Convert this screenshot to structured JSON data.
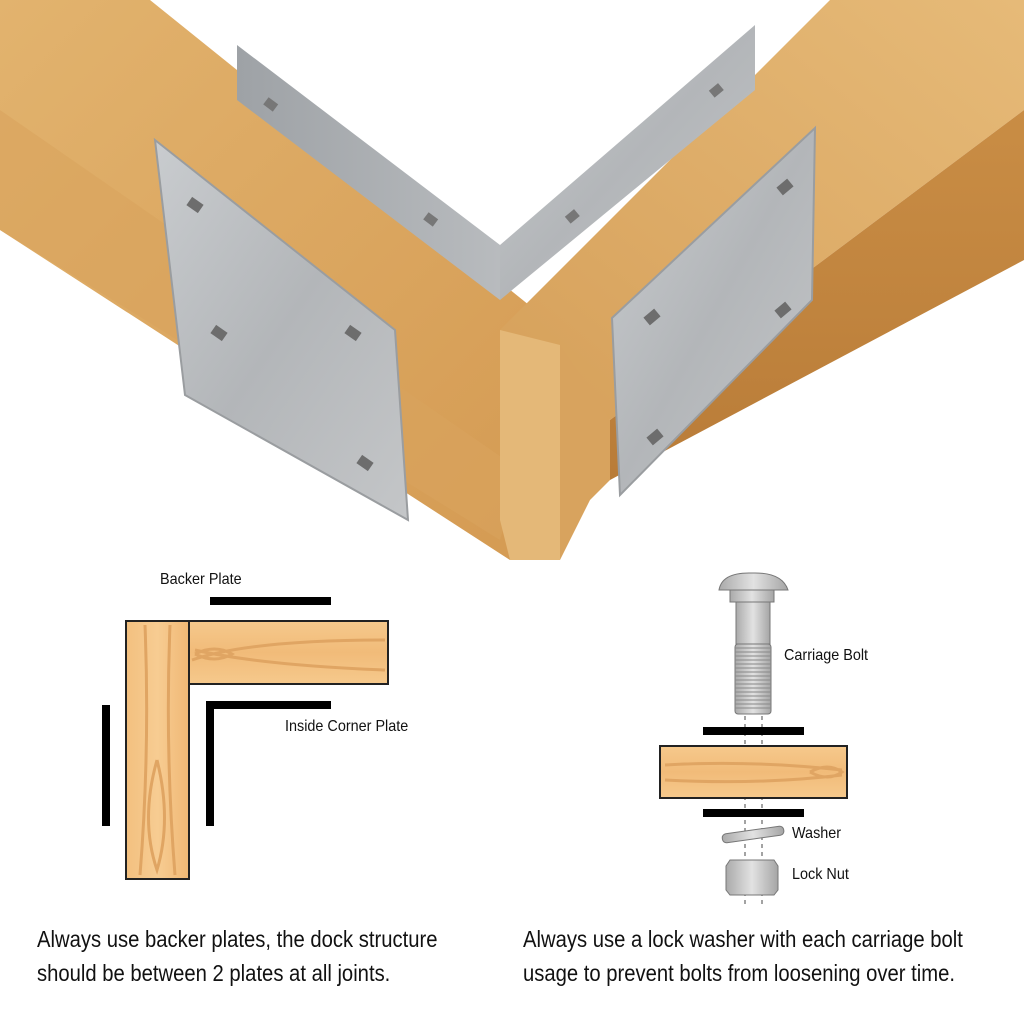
{
  "photo": {
    "subject": "wooden dock frame corner with galvanized plates",
    "wood_color": "#d9a35a",
    "metal_color": "#b9bcbf"
  },
  "left_diagram": {
    "labels": {
      "backer_plate": "Backer Plate",
      "inside_corner_plate": "Inside Corner Plate"
    },
    "caption_line1": "Always use backer plates, the dock structure",
    "caption_line2": "should be between 2 plates at all joints."
  },
  "right_diagram": {
    "labels": {
      "carriage_bolt": "Carriage Bolt",
      "washer": "Washer",
      "lock_nut": "Lock Nut"
    },
    "caption_line1": "Always use a lock washer with each carriage bolt",
    "caption_line2": "usage to prevent bolts from loosening over time."
  },
  "colors": {
    "wood_light": "#f6c98c",
    "wood_dark": "#e8a860",
    "plate": "#000000",
    "steel": "#c8c8c8"
  }
}
